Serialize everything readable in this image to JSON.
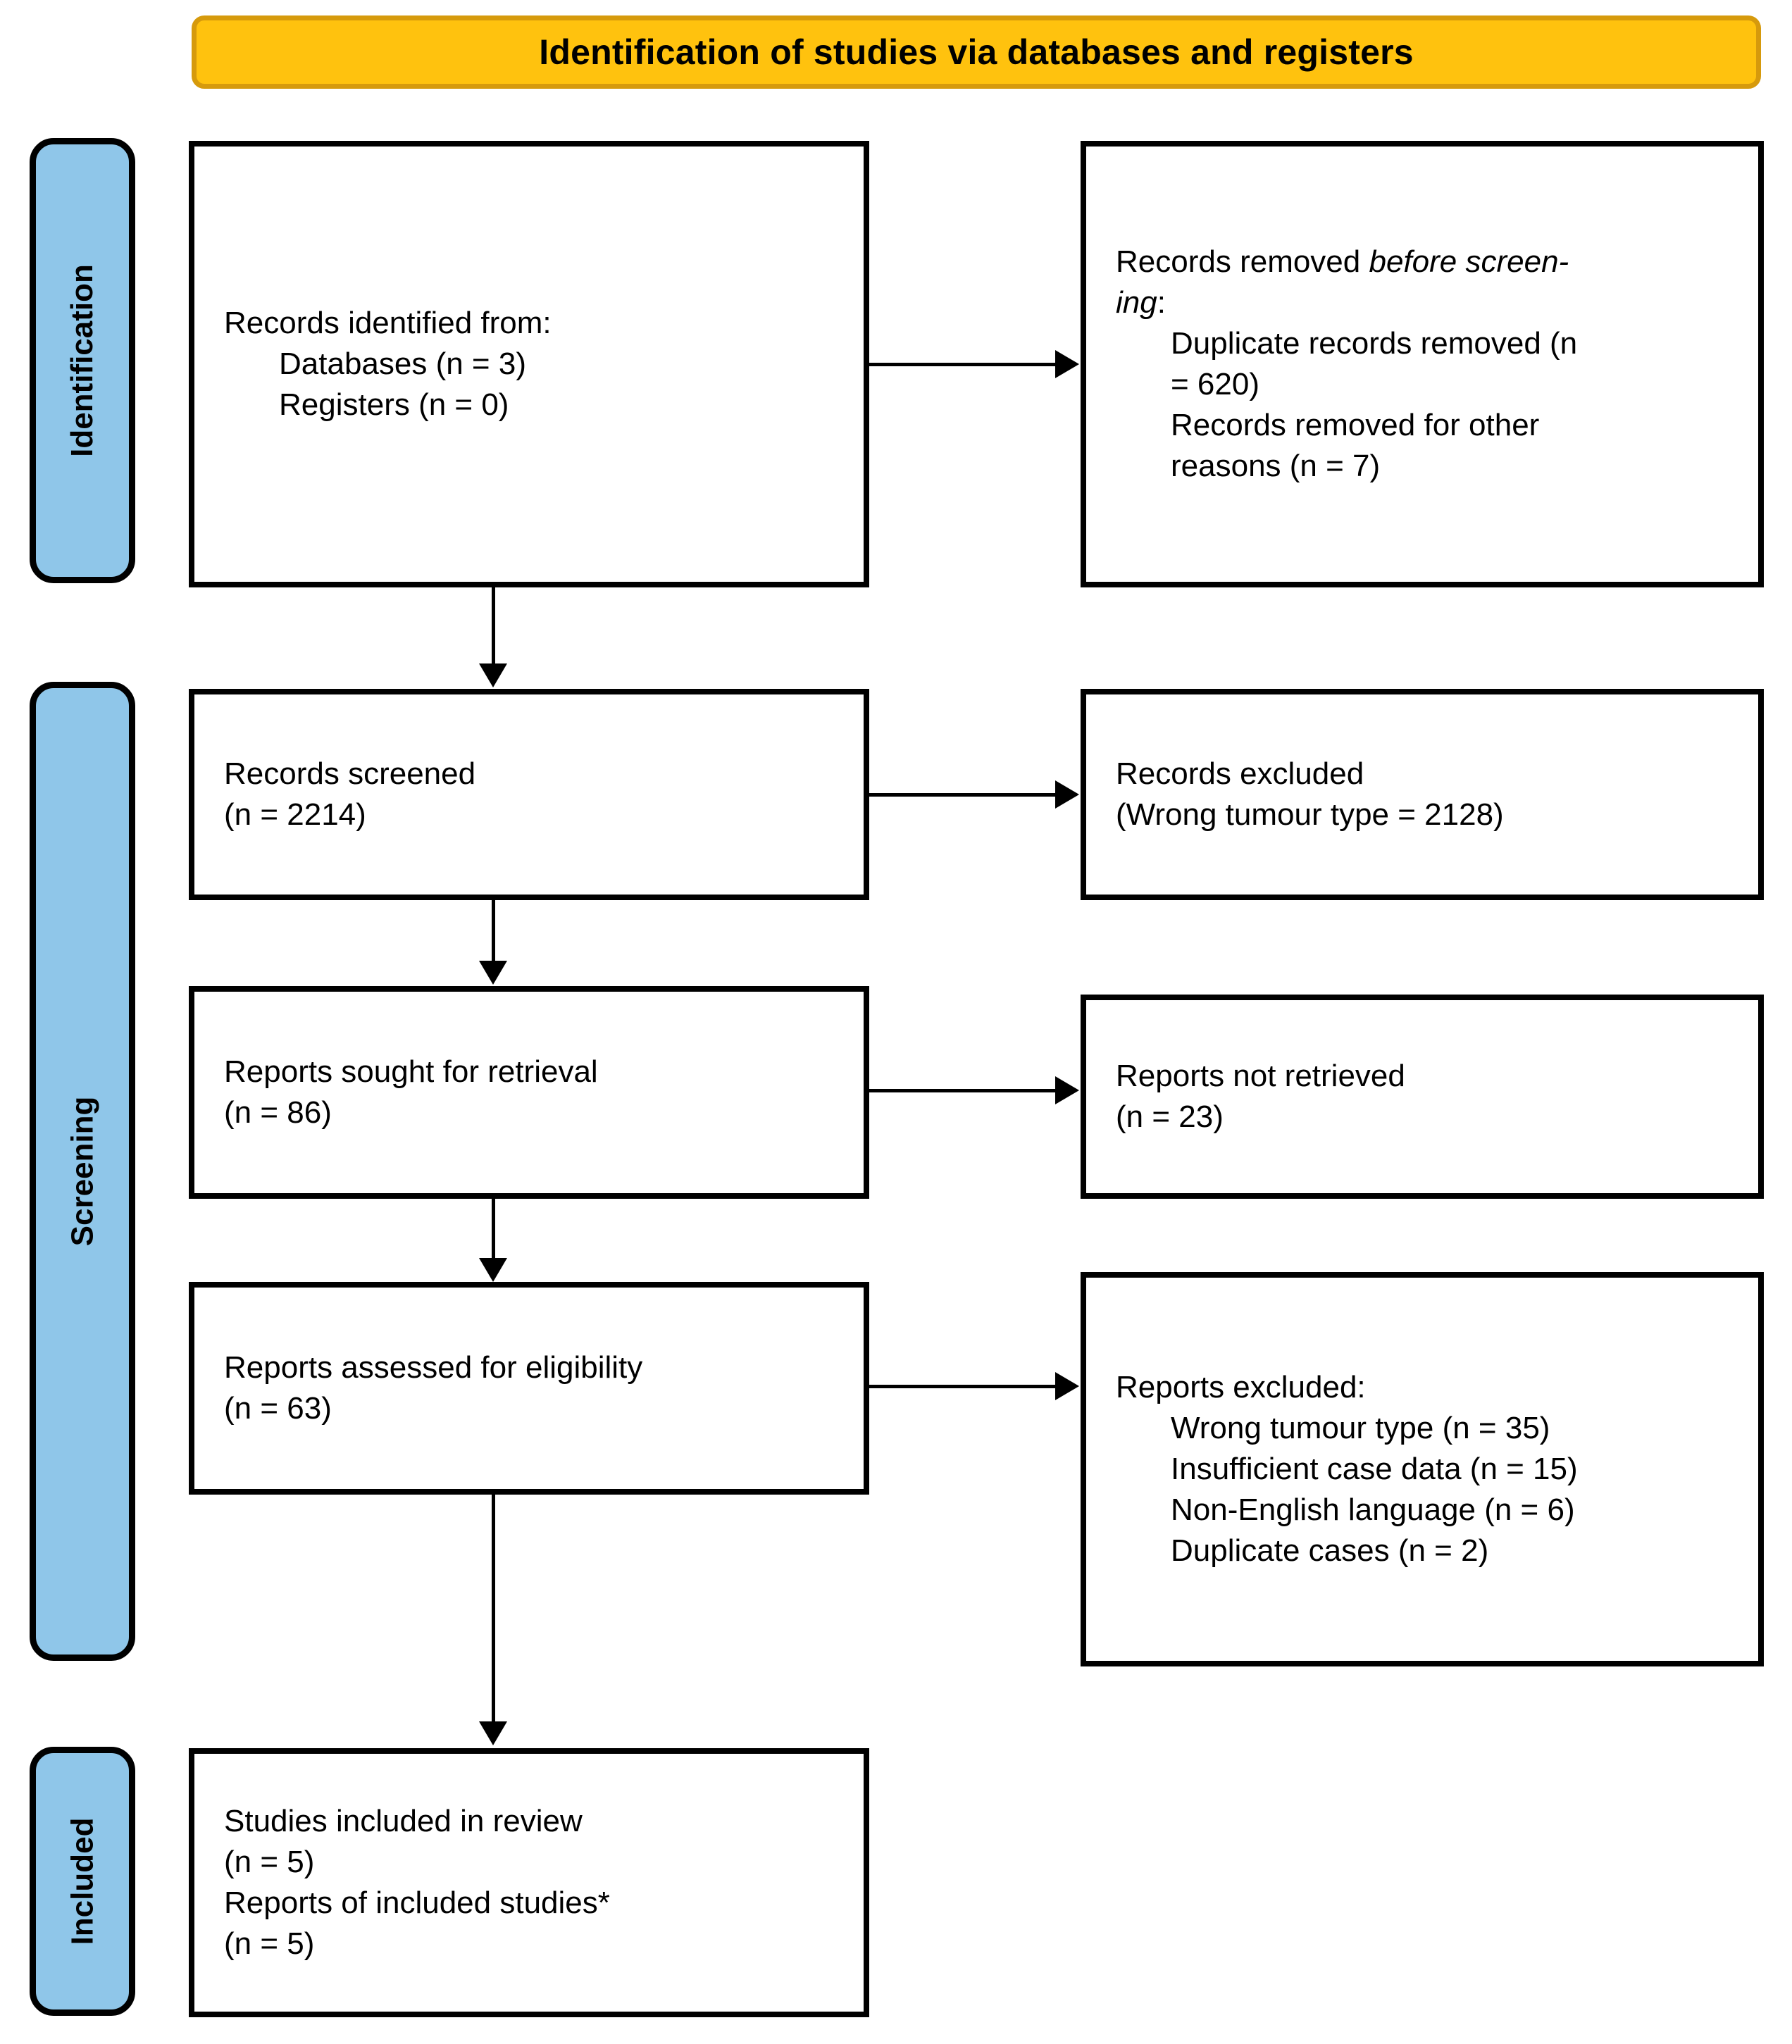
{
  "banner": {
    "title": "Identification of studies via databases and registers"
  },
  "stages": [
    {
      "id": "identification",
      "label": "Identification"
    },
    {
      "id": "screening",
      "label": "Screening"
    },
    {
      "id": "included",
      "label": "Included"
    }
  ],
  "boxes": {
    "identified": {
      "line1": "Records identified from:",
      "line2": "Databases (n = 3)",
      "line3": "Registers (n = 0)"
    },
    "removed": {
      "line1_plain": "Records removed ",
      "line1_italic": "before screen-",
      "line2_italic": "ing",
      "line2_plain": ":",
      "line3": "Duplicate records removed (n",
      "line4": "= 620)",
      "line5": "Records removed for other",
      "line6": "reasons (n = 7)"
    },
    "screened": {
      "line1": "Records screened",
      "line2": "(n = 2214)"
    },
    "records_excluded": {
      "line1": "Records excluded",
      "line2": "(Wrong tumour type = 2128)"
    },
    "sought": {
      "line1": "Reports sought for retrieval",
      "line2": "(n = 86)"
    },
    "not_retrieved": {
      "line1": "Reports not retrieved",
      "line2": "(n = 23)"
    },
    "assessed": {
      "line1": "Reports assessed for eligibility",
      "line2": "(n = 63)"
    },
    "reports_excluded": {
      "line1": "Reports excluded:",
      "line2": "Wrong tumour type (n = 35)",
      "line3": "Insufficient case data (n = 15)",
      "line4": "Non-English language (n = 6)",
      "line5": "Duplicate cases (n = 2)"
    },
    "included": {
      "line1": "Studies included in review",
      "line2": "(n = 5)",
      "line3": "Reports of included studies*",
      "line4": "(n = 5)"
    }
  },
  "flow_data": {
    "type": "prisma-flow-diagram",
    "identified_databases": 3,
    "identified_registers": 0,
    "duplicates_removed": 620,
    "removed_other_reasons": 7,
    "records_screened": 2214,
    "records_excluded_wrong_tumour_type": 2128,
    "reports_sought": 86,
    "reports_not_retrieved": 23,
    "reports_assessed": 63,
    "reports_excluded_wrong_tumour_type": 35,
    "reports_excluded_insufficient_case_data": 15,
    "reports_excluded_non_english": 6,
    "reports_excluded_duplicate_cases": 2,
    "studies_included": 5,
    "reports_of_included_studies": 5
  },
  "colors": {
    "banner_fill": "#FFC20E",
    "banner_border": "#D69A0C",
    "stage_label_fill": "#8FC6E9",
    "box_border": "#000000",
    "text": "#000000"
  }
}
